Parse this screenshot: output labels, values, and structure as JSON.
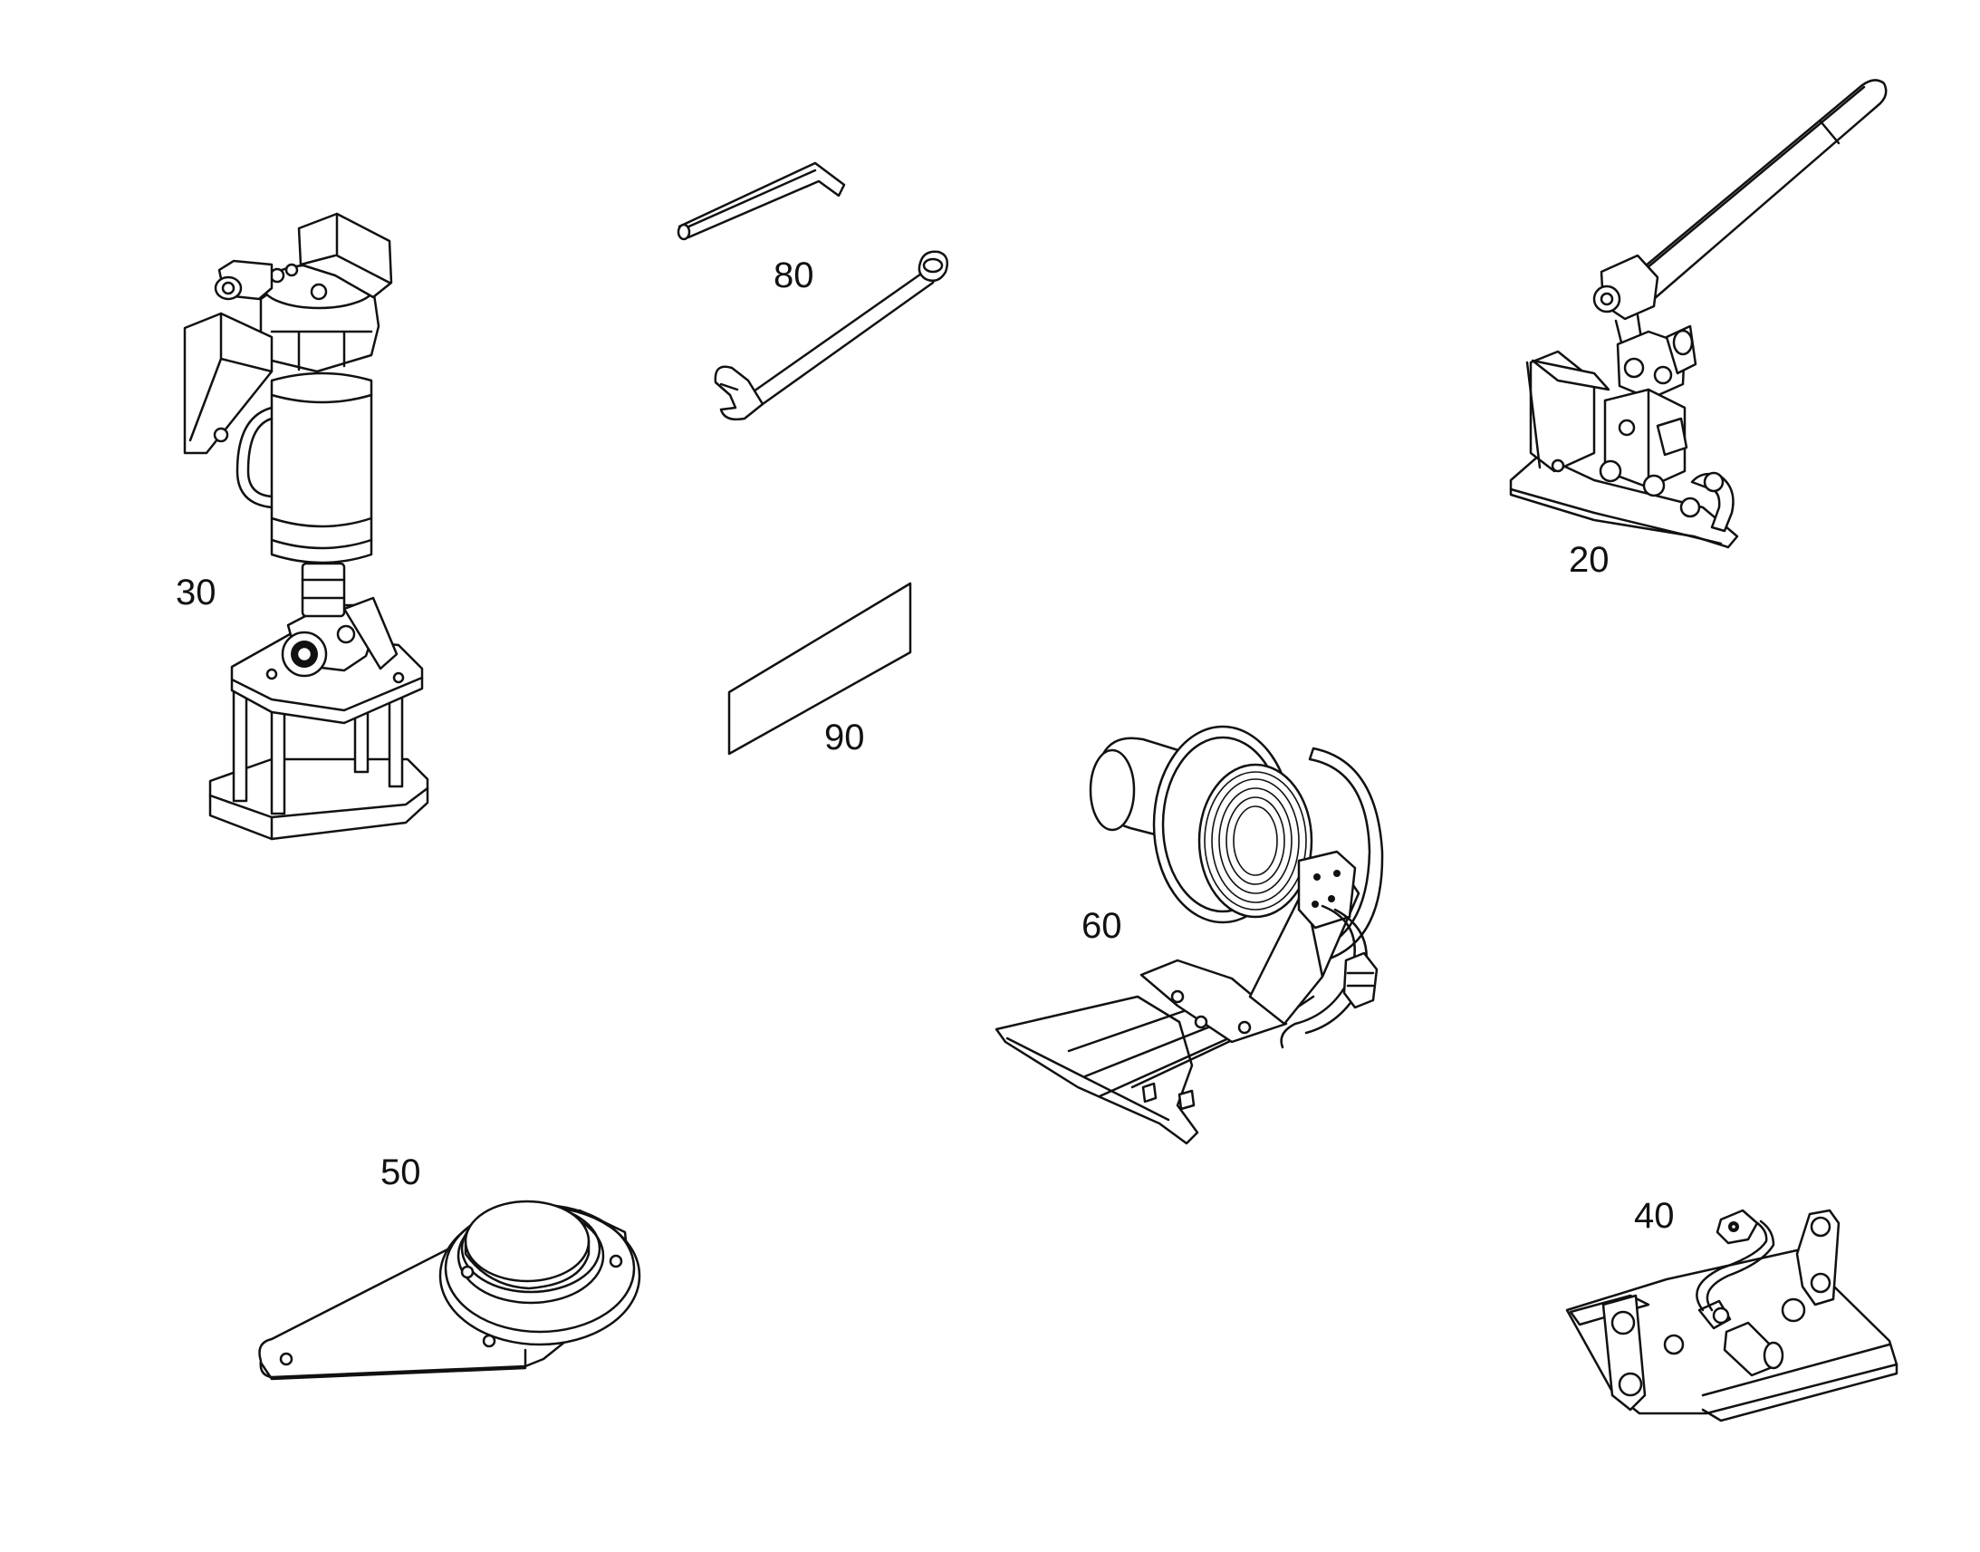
{
  "parts": [
    {
      "id": "part-30",
      "callout": "30",
      "icon": "hydraulic-jack"
    },
    {
      "id": "part-80",
      "callout": "80",
      "icon": "hex-key-and-wrench"
    },
    {
      "id": "part-90",
      "callout": "90",
      "icon": "label-plate"
    },
    {
      "id": "part-20",
      "callout": "20",
      "icon": "hand-pump"
    },
    {
      "id": "part-60",
      "callout": "60",
      "icon": "hose-reel"
    },
    {
      "id": "part-50",
      "callout": "50",
      "icon": "base-plate"
    },
    {
      "id": "part-40",
      "callout": "40",
      "icon": "sensor-bracket"
    }
  ]
}
